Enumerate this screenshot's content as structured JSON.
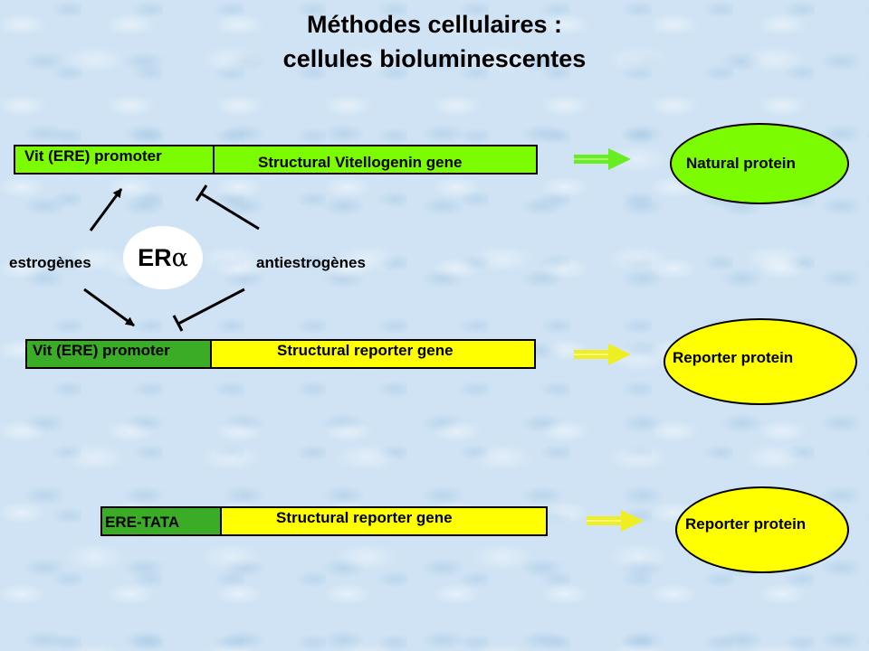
{
  "title": {
    "line1": "Méthodes cellulaires :",
    "line2": "cellules bioluminescentes"
  },
  "constructs": [
    {
      "promoter": "Vit (ERE) promoter",
      "structural": "Structural Vitellogenin gene",
      "protein": "Natural protein"
    },
    {
      "promoter": "Vit (ERE) promoter",
      "structural": "Structural reporter gene",
      "protein": "Reporter protein"
    },
    {
      "promoter": "ERE-TATA",
      "structural": "Structural reporter gene",
      "protein": "Reporter protein"
    }
  ],
  "receptor": {
    "name": "ER",
    "symbol": "α"
  },
  "labels": {
    "agonist": "estrogènes",
    "antagonist": "antiestrogènes"
  },
  "colors": {
    "lime": "#7CFC00",
    "green": "#3aac25",
    "yellow": "#ffff00",
    "arrow_green": "#66ee22",
    "arrow_yellow": "#eeee22"
  }
}
